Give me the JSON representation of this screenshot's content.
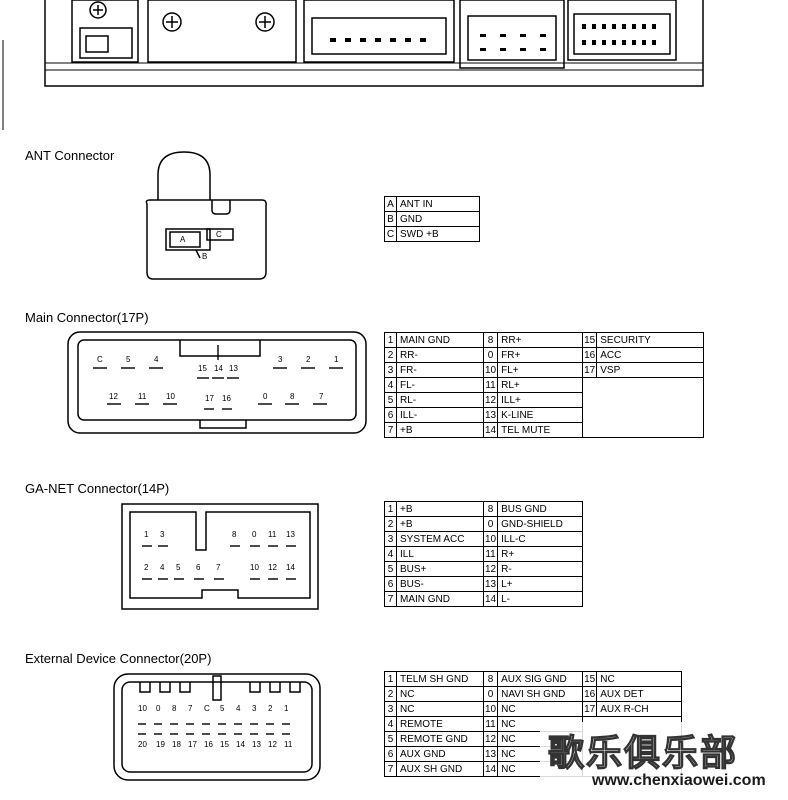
{
  "sections": {
    "ant": {
      "title": "ANT Connector",
      "pins": [
        [
          "A",
          "ANT IN"
        ],
        [
          "B",
          "GND"
        ],
        [
          "C",
          "SWD +B"
        ]
      ],
      "diagram_labels": {
        "a": "A",
        "b": "B",
        "c": "C"
      }
    },
    "main": {
      "title": "Main Connector(17P)",
      "rows": [
        [
          "1",
          "MAIN GND",
          "8",
          "RR+",
          "15",
          "SECURITY"
        ],
        [
          "2",
          "RR-",
          "0",
          "FR+",
          "16",
          "ACC"
        ],
        [
          "3",
          "FR-",
          "10",
          "FL+",
          "17",
          "VSP"
        ],
        [
          "4",
          "FL-",
          "11",
          "RL+",
          "",
          ""
        ],
        [
          "5",
          "RL-",
          "12",
          "ILL+",
          "",
          ""
        ],
        [
          "6",
          "ILL-",
          "13",
          "K-LINE",
          "",
          ""
        ],
        [
          "7",
          "+B",
          "14",
          "TEL MUTE",
          "",
          ""
        ]
      ],
      "diagram_labels": {
        "top": [
          "C",
          "5",
          "4",
          "3",
          "2",
          "1"
        ],
        "mid": [
          "15",
          "14",
          "13"
        ],
        "bottom": [
          "12",
          "11",
          "10",
          "17",
          "16",
          "0",
          "8",
          "7"
        ]
      }
    },
    "ganet": {
      "title": "GA-NET Connector(14P)",
      "rows": [
        [
          "1",
          "+B",
          "8",
          "BUS GND"
        ],
        [
          "2",
          "+B",
          "0",
          "GND-SHIELD"
        ],
        [
          "3",
          "SYSTEM ACC",
          "10",
          "ILL-C"
        ],
        [
          "4",
          "ILL",
          "11",
          "R+"
        ],
        [
          "5",
          "BUS+",
          "12",
          "R-"
        ],
        [
          "6",
          "BUS-",
          "13",
          "L+"
        ],
        [
          "7",
          "MAIN GND",
          "14",
          "L-"
        ]
      ],
      "diagram_labels": {
        "top": [
          "1",
          "3",
          "8",
          "0",
          "11",
          "13"
        ],
        "bottom": [
          "2",
          "4",
          "5",
          "6",
          "7",
          "10",
          "12",
          "14"
        ]
      }
    },
    "ext": {
      "title": "External Device Connector(20P)",
      "rows": [
        [
          "1",
          "TELM SH GND",
          "8",
          "AUX SIG GND",
          "15",
          "NC"
        ],
        [
          "2",
          "NC",
          "0",
          "NAVI SH GND",
          "16",
          "AUX DET"
        ],
        [
          "3",
          "NC",
          "10",
          "NC",
          "17",
          "AUX R-CH"
        ],
        [
          "4",
          "REMOTE",
          "11",
          "NC",
          "",
          ""
        ],
        [
          "5",
          "REMOTE GND",
          "12",
          "NC",
          "",
          ""
        ],
        [
          "6",
          "AUX GND",
          "13",
          "NC",
          "",
          ""
        ],
        [
          "7",
          "AUX SH GND",
          "14",
          "NC",
          "",
          ""
        ]
      ],
      "diagram_labels": {
        "top": [
          "10",
          "0",
          "8",
          "7",
          "C",
          "5",
          "4",
          "3",
          "2",
          "1"
        ],
        "bottom": [
          "20",
          "19",
          "18",
          "17",
          "16",
          "15",
          "14",
          "13",
          "12",
          "11"
        ]
      }
    }
  },
  "watermark": {
    "cn": "歌乐俱乐部",
    "url": "www.chenxiaowei.com"
  }
}
